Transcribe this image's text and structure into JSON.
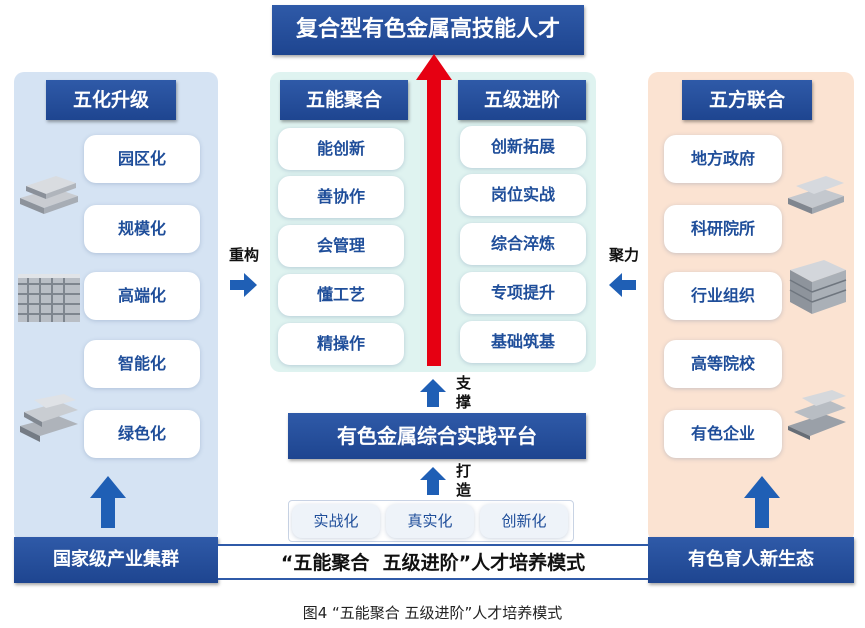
{
  "top_title": "复合型有色金属高技能人才",
  "left": {
    "header": "五化升级",
    "items": [
      "园区化",
      "规模化",
      "高端化",
      "智能化",
      "绿色化"
    ],
    "footer": "国家级产业集群"
  },
  "middle": {
    "col1_header": "五能聚合",
    "col1_items": [
      "能创新",
      "善协作",
      "会管理",
      "懂工艺",
      "精操作"
    ],
    "col2_header": "五级进阶",
    "col2_items": [
      "创新拓展",
      "岗位实战",
      "综合淬炼",
      "专项提升",
      "基础筑基"
    ],
    "platform": "有色金属综合实践平台",
    "bottom_items": [
      "实战化",
      "真实化",
      "创新化"
    ],
    "model": "“五能聚合  五级进阶”人才培养模式"
  },
  "right": {
    "header": "五方联合",
    "items": [
      "地方政府",
      "科研院所",
      "行业组织",
      "高等院校",
      "有色企业"
    ],
    "footer": "有色育人新生态"
  },
  "labels": {
    "restructure": "重构",
    "gather": "聚力",
    "support": [
      "支",
      "撑"
    ],
    "build": [
      "打",
      "造"
    ]
  },
  "caption": "图4 “五能聚合 五级进阶”人才培养模式",
  "colors": {
    "navy": "#1e4590",
    "red_arrow": "#e60012",
    "arrow_blue": "#1f5fb5",
    "left_panel": "#d5e3f3",
    "right_panel": "#fbe3d2",
    "middle_panel": "#dff3f0"
  }
}
